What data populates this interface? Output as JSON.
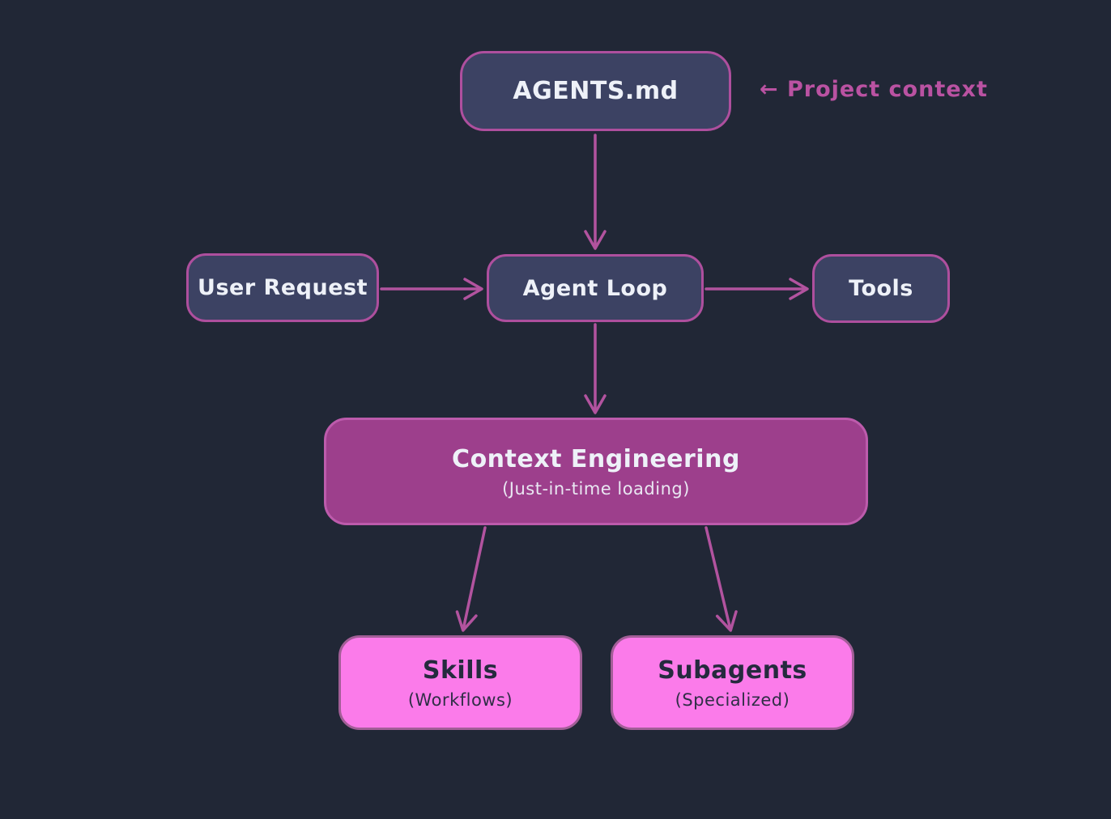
{
  "colors": {
    "background": "#212736",
    "node_fill": "#3c4263",
    "node_border": "#ae4f9e",
    "arrow": "#b2539f",
    "context_fill": "#9d3f8c",
    "context_border": "#bd5bac",
    "leaf_fill": "#fb7bea",
    "leaf_border": "#a25e97",
    "text_light": "#eef1f8",
    "text_dark": "#252a3e",
    "annotation": "#ba52a2"
  },
  "diagram": {
    "nodes": {
      "agents_md": {
        "label": "AGENTS.md"
      },
      "user_request": {
        "label": "User Request"
      },
      "agent_loop": {
        "label": "Agent Loop"
      },
      "tools": {
        "label": "Tools"
      },
      "context_engineering": {
        "label": "Context Engineering",
        "sublabel": "(Just-in-time loading)"
      },
      "skills": {
        "label": "Skills",
        "sublabel": "(Workflows)"
      },
      "subagents": {
        "label": "Subagents",
        "sublabel": "(Specialized)"
      }
    },
    "annotation": {
      "text": "← Project context"
    },
    "edges": [
      {
        "from": "agents_md",
        "to": "agent_loop"
      },
      {
        "from": "user_request",
        "to": "agent_loop"
      },
      {
        "from": "agent_loop",
        "to": "tools"
      },
      {
        "from": "agent_loop",
        "to": "context_engineering"
      },
      {
        "from": "context_engineering",
        "to": "skills"
      },
      {
        "from": "context_engineering",
        "to": "subagents"
      }
    ]
  }
}
